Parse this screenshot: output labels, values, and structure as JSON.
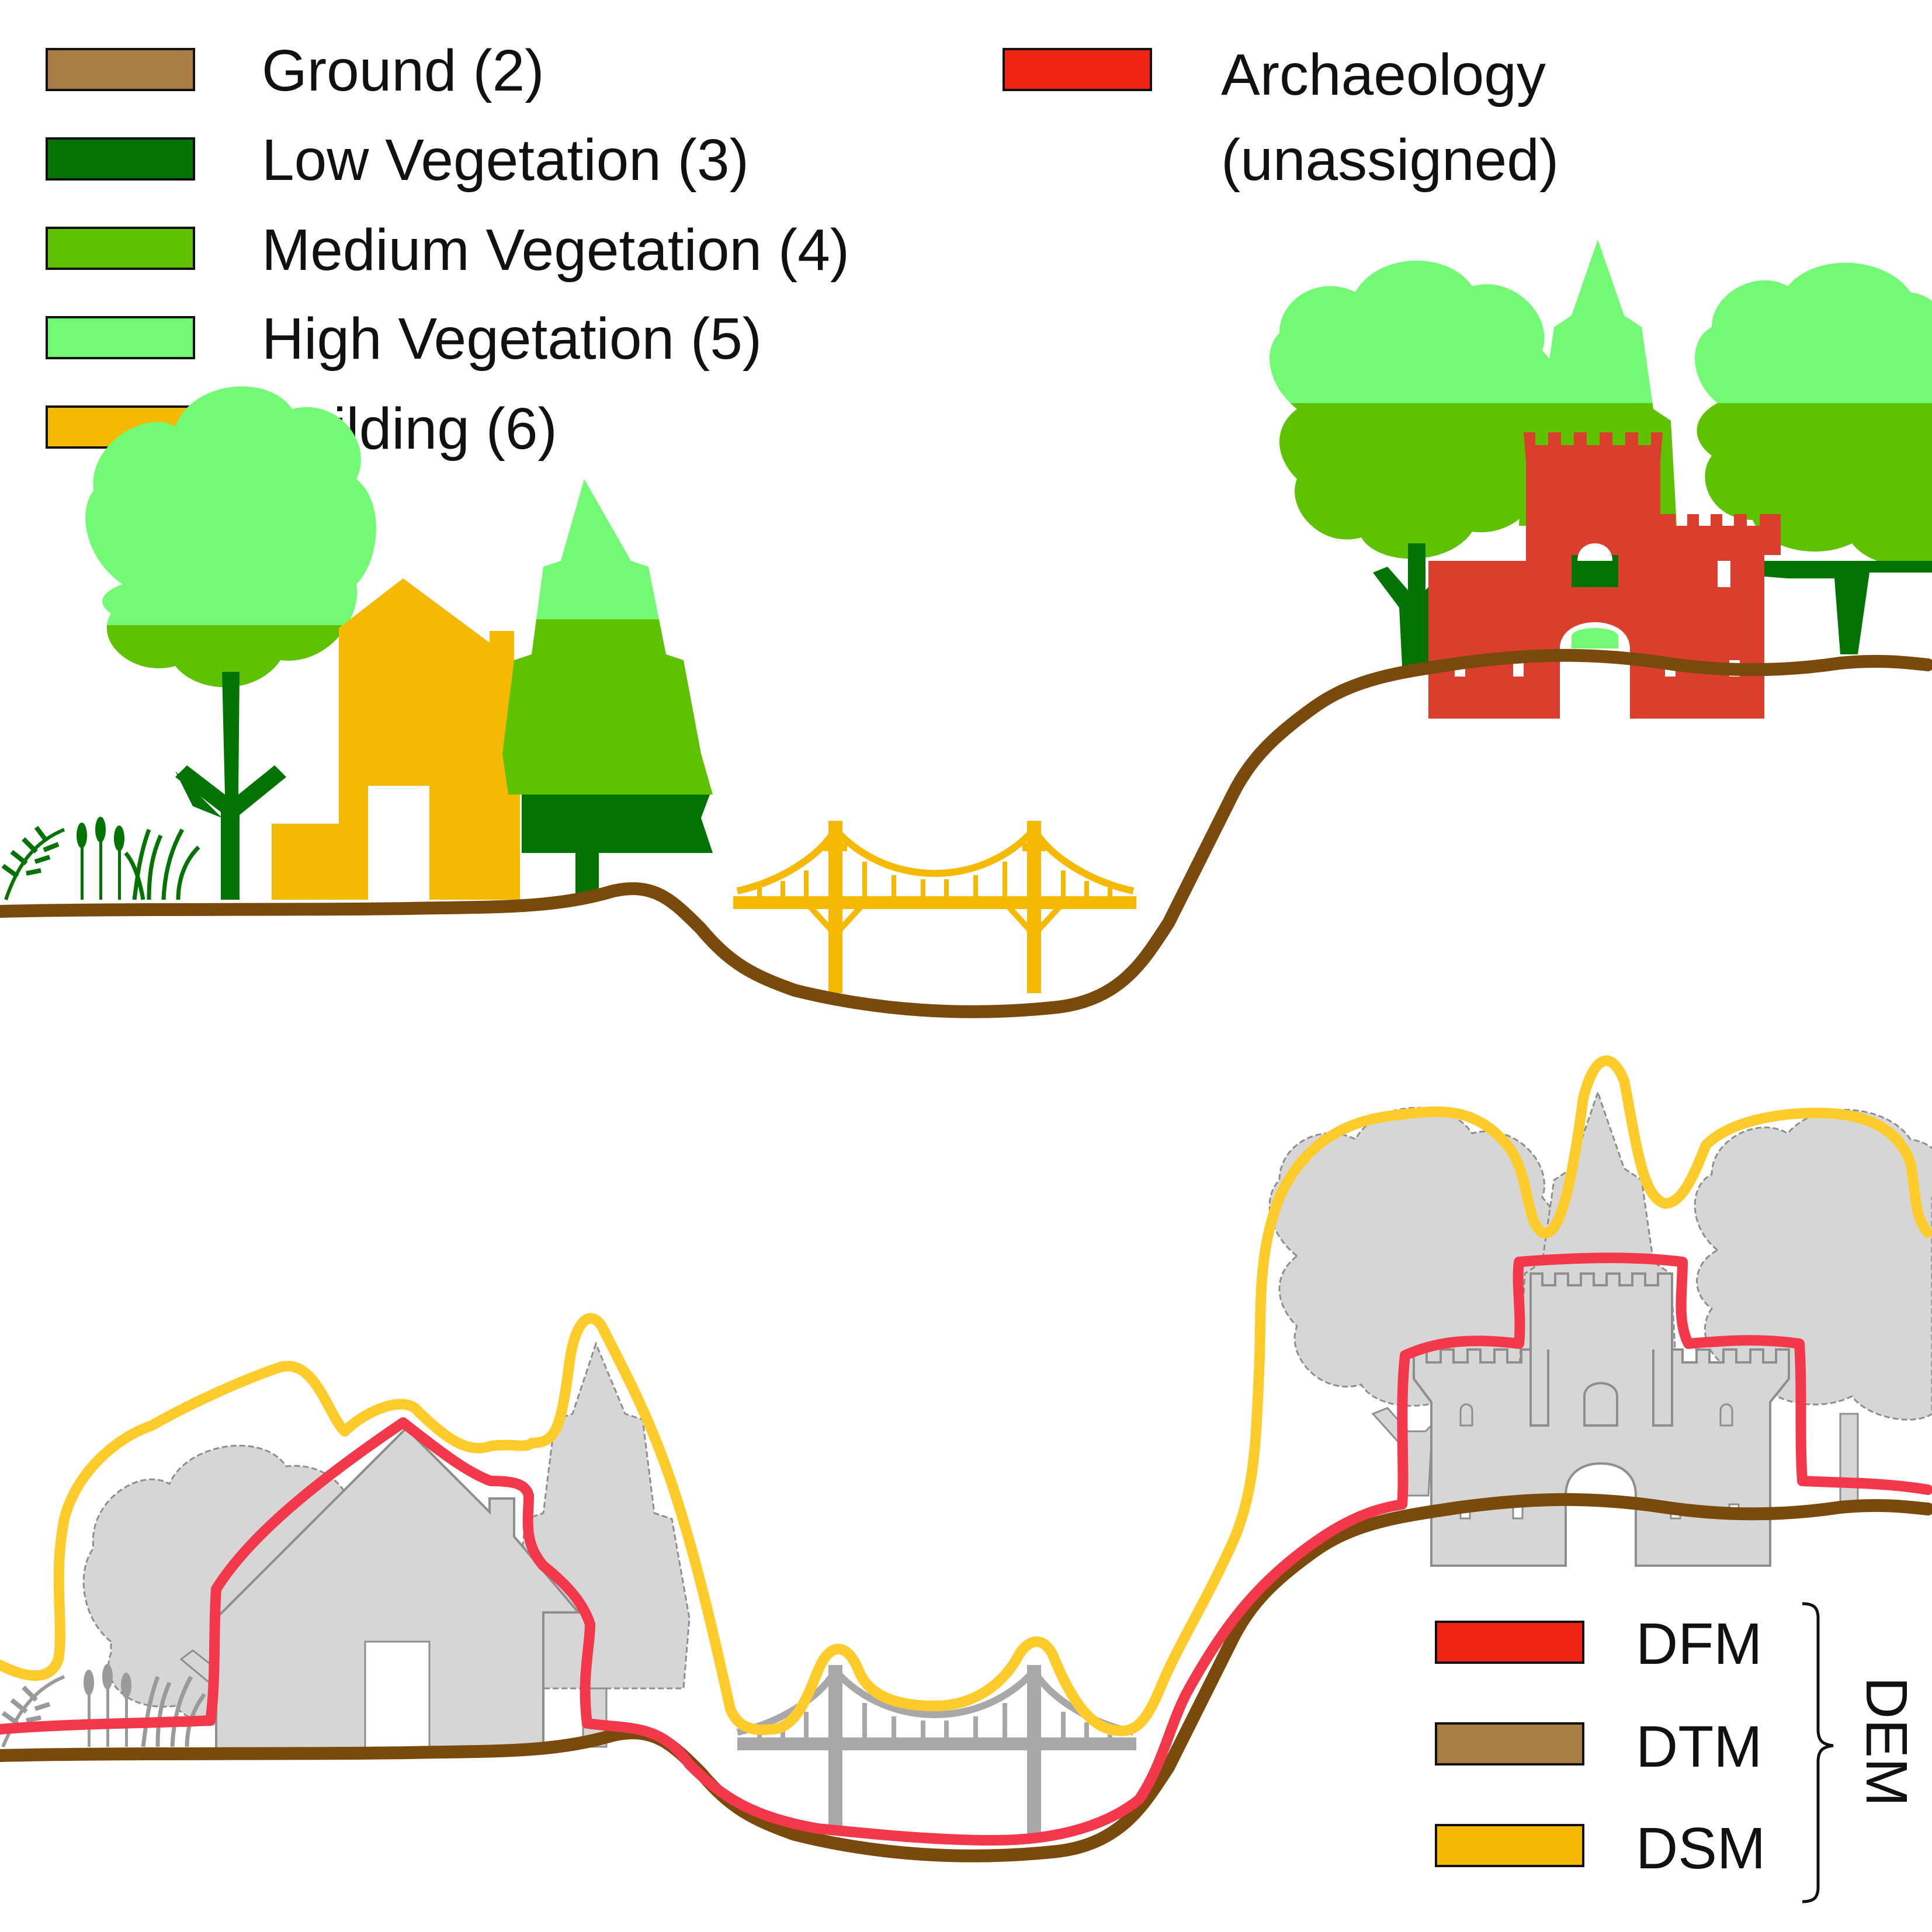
{
  "legend_top": {
    "items": [
      {
        "label": "Ground (2)",
        "color": "#A97B45"
      },
      {
        "label": "Low Vegetation (3)",
        "color": "#037403"
      },
      {
        "label": "Medium Vegetation (4)",
        "color": "#5EC200"
      },
      {
        "label": "High Vegetation (5)",
        "color": "#72FA75"
      },
      {
        "label": "Building (6)",
        "color": "#F6B901"
      }
    ],
    "archaeology": {
      "label_line1": "Archaeology",
      "label_line2": "(unassigned)",
      "color": "#EE2312"
    }
  },
  "legend_bottom": {
    "items": [
      {
        "label": "DFM",
        "color": "#EE2312"
      },
      {
        "label": "DTM",
        "color": "#A97B45"
      },
      {
        "label": "DSM",
        "color": "#F6B901"
      }
    ],
    "group_label": "DEM"
  },
  "colors": {
    "ground_line": "#7A4A0C",
    "dfm_line": "#F2384A",
    "dsm_line": "#FDCB2A",
    "castle": "#D93F2C",
    "grey_fill": "#D6D6D6",
    "grey_stroke": "#8E8E8E"
  },
  "icons": [
    "tree-icon",
    "house-icon",
    "bridge-icon",
    "castle-icon",
    "fern-icon",
    "wheat-icon",
    "grass-icon"
  ]
}
